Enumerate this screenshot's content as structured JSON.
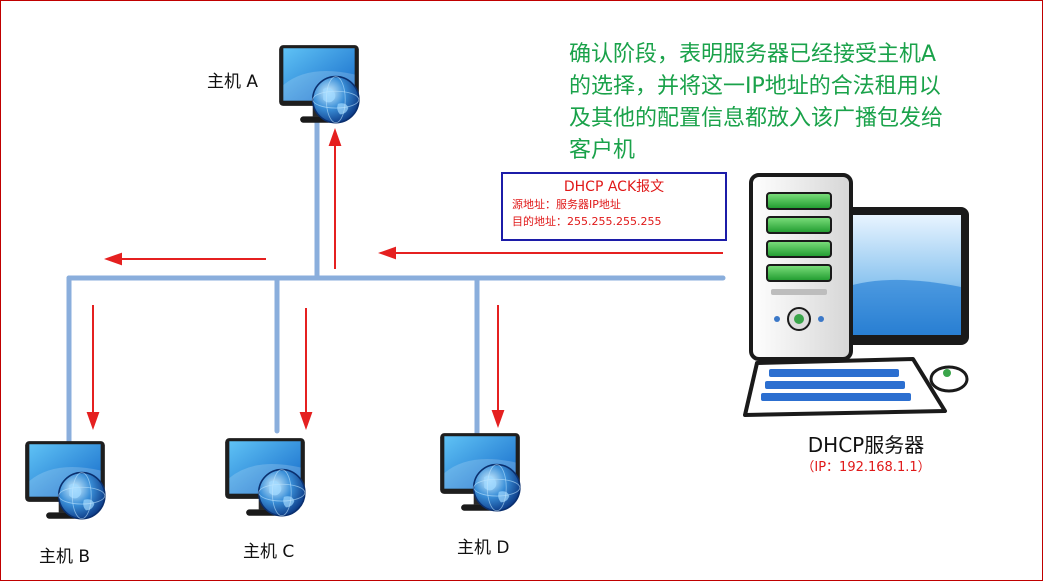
{
  "hosts": {
    "a": {
      "label": "主机 A"
    },
    "b": {
      "label": "主机 B"
    },
    "c": {
      "label": "主机 C"
    },
    "d": {
      "label": "主机 D"
    }
  },
  "caption": {
    "line1": "确认阶段，表明服务器已经接受主机A",
    "line2": "的选择，并将这一IP地址的合法租用以",
    "line3": "及其他的配置信息都放入该广播包发给",
    "line4": "客户机"
  },
  "packet": {
    "title": "DHCP ACK报文",
    "source": "源地址：服务器IP地址",
    "destination": "目的地址：255.255.255.255"
  },
  "server": {
    "name": "DHCP服务器",
    "ip": "（IP：192.168.1.1）"
  },
  "colors": {
    "bus": "#8aaedc",
    "arrow": "#e52020",
    "caption": "#1aa24a",
    "packet_border": "#1c1ca8",
    "frame": "#c00000"
  }
}
